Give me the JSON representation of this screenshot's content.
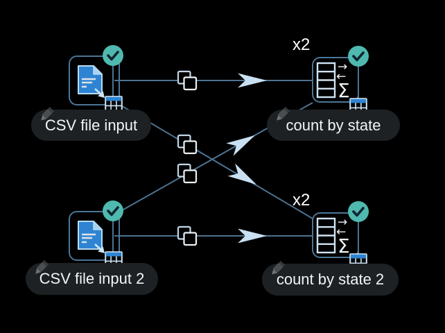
{
  "app": {
    "view": "workflow-canvas"
  },
  "glyphs": {
    "sum": "Σ",
    "arrow_right": "→",
    "arrow_left": "←"
  },
  "nodes": [
    {
      "id": "csv1",
      "label": "CSV file input",
      "type": "csv-file-reader",
      "status": "executed"
    },
    {
      "id": "count1",
      "label": "count by state",
      "type": "aggregate-sum",
      "status": "executed",
      "multiplier": "x2"
    },
    {
      "id": "csv2",
      "label": "CSV file input 2",
      "type": "csv-file-reader",
      "status": "executed"
    },
    {
      "id": "count2",
      "label": "count by state 2",
      "type": "aggregate-sum",
      "status": "executed",
      "multiplier": "x2"
    }
  ],
  "connections": [
    {
      "from": "CSV file input",
      "to": "count by state"
    },
    {
      "from": "CSV file input",
      "to": "count by state 2"
    },
    {
      "from": "CSV file input 2",
      "to": "count by state"
    },
    {
      "from": "CSV file input 2",
      "to": "count by state 2"
    }
  ],
  "colors": {
    "background": "#000000",
    "connector": "#4d7391",
    "arrowhead": "#c9e0f2",
    "node_border": "#4b7697",
    "status_badge": "#4fb9af",
    "pill_background": "#1e2123",
    "pill_text": "#f2f4f6",
    "document_blue": "#2e84d3",
    "icon_light": "#cfe3f2"
  }
}
